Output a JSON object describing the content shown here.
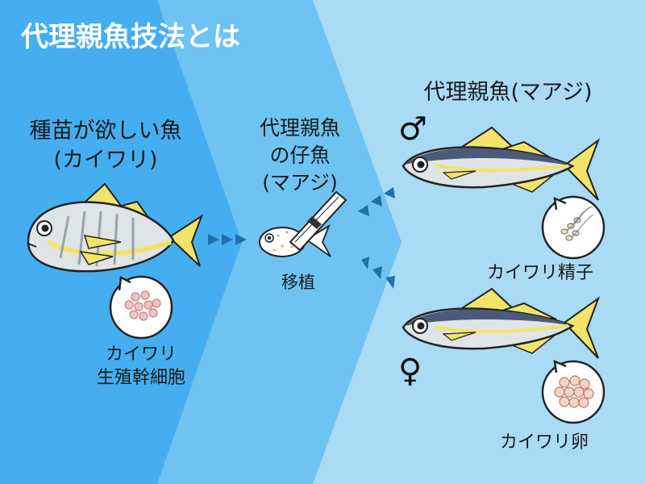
{
  "title": "代理親魚技法とは",
  "left_label": {
    "line1": "種苗が欲しい魚",
    "line2": "(カイワリ)"
  },
  "middle_label": {
    "line1": "代理親魚",
    "line2": "の仔魚",
    "line3": "(マアジ)"
  },
  "right_label": "代理親魚(マアジ)",
  "transplant_label": "移植",
  "germ_cells_label": {
    "line1": "カイワリ",
    "line2": "生殖幹細胞"
  },
  "male_symbol": "♂",
  "female_symbol": "♀",
  "sperm_label": "カイワリ精子",
  "egg_label": "カイワリ卵",
  "colors": {
    "panel_left": "#45aef0",
    "panel_middle": "#6fc3f2",
    "panel_right": "#a9dbf5",
    "arrow": "#1f6fa8",
    "fish_yellow": "#f2e36a",
    "jack_silver": "#cfd6da"
  }
}
